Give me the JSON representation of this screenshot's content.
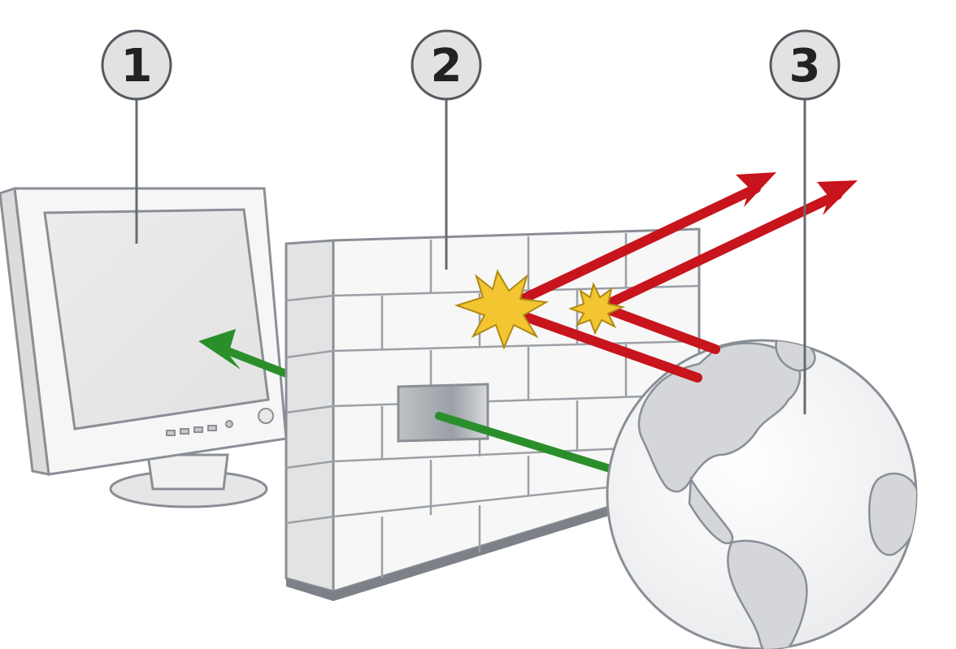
{
  "callouts": [
    {
      "label": "1",
      "target": "computer"
    },
    {
      "label": "2",
      "target": "firewall"
    },
    {
      "label": "3",
      "target": "internet"
    }
  ],
  "colors": {
    "blocked_traffic": "#c8141c",
    "allowed_traffic": "#2a8f2a",
    "impact_burst": "#f2c531",
    "outline": "#8a8f96",
    "fill_light": "#efeff0"
  },
  "icons": [
    "computer-monitor",
    "brick-firewall",
    "globe",
    "impact-burst",
    "arrow"
  ]
}
